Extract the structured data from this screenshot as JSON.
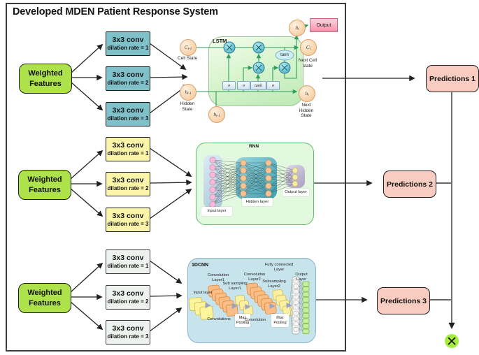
{
  "title": "Developed MDEN Patient Response System",
  "rows": [
    {
      "feature": {
        "line1": "Weighted",
        "line2": "Features"
      },
      "convs": [
        {
          "line1": "3x3 conv",
          "line2": "dilation rate = 1"
        },
        {
          "line1": "3x3 conv",
          "line2": "dilation rate = 2"
        },
        {
          "line1": "3x3 conv",
          "line2": "dilation rate = 3"
        }
      ],
      "prediction": "Predictions 1"
    },
    {
      "feature": {
        "line1": "Weighted",
        "line2": "Features"
      },
      "convs": [
        {
          "line1": "3x3 conv",
          "line2": "dilation rate = 1"
        },
        {
          "line1": "3x3 conv",
          "line2": "dilation rate = 2"
        },
        {
          "line1": "3x3 conv",
          "line2": "dilation rate = 3"
        }
      ],
      "prediction": "Predictions 2"
    },
    {
      "feature": {
        "line1": "Weighted",
        "line2": "Features"
      },
      "convs": [
        {
          "line1": "3x3 conv",
          "line2": "dilation rate = 1"
        },
        {
          "line1": "3x3 conv",
          "line2": "dilation rate = 2"
        },
        {
          "line1": "3x3 conv",
          "line2": "dilation rate = 3"
        }
      ],
      "prediction": "Predictions 3"
    }
  ],
  "lstm": {
    "title": "LSTM",
    "output_box": "Output",
    "nodes": {
      "cell_prev": {
        "base": "C",
        "sub": "t-1"
      },
      "hidden_prev": {
        "base": "h",
        "sub": "t-1"
      },
      "hidden_prev2": {
        "base": "h",
        "sub": "t-1"
      },
      "out_top": {
        "base": "h",
        "sub": "t"
      },
      "next_cell": {
        "base": "C",
        "sub": "t"
      },
      "next_hidden": {
        "base": "h",
        "sub": "t"
      }
    },
    "labels": {
      "cell_state": "Cell State",
      "hidden_state_1": "Hidden",
      "hidden_state_2": "State",
      "next_cell_1": "Next Cell",
      "next_cell_2": "state",
      "next_hidden_1": "Next",
      "next_hidden_2": "Hidden",
      "next_hidden_3": "State"
    },
    "gate_boxes": [
      "σ",
      "σ",
      "tanh",
      "σ"
    ],
    "tanh_ellipse": "tanh"
  },
  "rnn": {
    "title": "RNN",
    "input_label": "Input layer",
    "hidden_label": "Hidden layer",
    "output_label": "Output layer",
    "node_counts": {
      "input": 7,
      "hidden": 5,
      "output": 3
    }
  },
  "cnn": {
    "title": "1DCNN",
    "input_layer": "Input layer",
    "conv1_1": "Convolution",
    "conv1_2": "Layer1",
    "sub1_1": "Sub sampling",
    "sub1_2": "Layer1",
    "conv2_1": "Convolution",
    "conv2_2": "Layer2",
    "sub2_1": "Subsampling",
    "sub2_2": "Layer2",
    "fc_1": "Fully connected",
    "fc_2": "Layer",
    "out_1": "Output",
    "out_2": "Layer",
    "convolutions": "Convolutions",
    "max_pooling1_1": "Max",
    "max_pooling1_2": "Pooling",
    "convolution": "Convolution",
    "max_pooling2_1": "Max",
    "max_pooling2_2": "Pooling"
  },
  "colors": {
    "feature_box": "#ade24a",
    "conv_row1": "#7fc0c9",
    "conv_row2": "#fbf5a9",
    "conv_row3": "#eef2ee",
    "prediction_box": "#f8ccc0",
    "output_box": "#f9afc0",
    "lstm_line": "#2e9e5b",
    "x_circle": "#a6ec3f"
  }
}
